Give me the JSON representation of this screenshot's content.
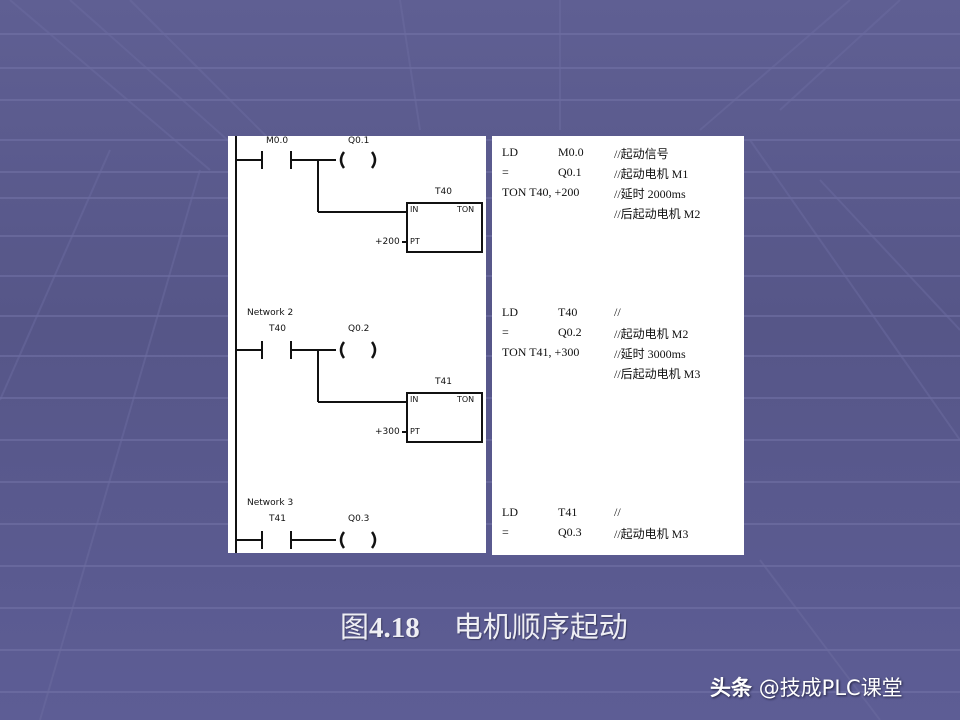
{
  "slide": {
    "background_color": "#5b5b8f",
    "caption": {
      "figure_label": "图",
      "figure_number": "4.18",
      "title": "电机顺序起动"
    },
    "watermark": {
      "brand": "头条",
      "handle": "@技成PLC课堂"
    }
  },
  "ladder": {
    "networks": [
      {
        "label": "",
        "contact": "M0.0",
        "coil": "Q0.1",
        "timer": {
          "name": "T40",
          "type": "TON",
          "in_label": "IN",
          "pt_label": "PT",
          "preset": "+200"
        }
      },
      {
        "label": "Network 2",
        "contact": "T40",
        "coil": "Q0.2",
        "timer": {
          "name": "T41",
          "type": "TON",
          "in_label": "IN",
          "pt_label": "PT",
          "preset": "+300"
        }
      },
      {
        "label": "Network 3",
        "contact": "T41",
        "coil": "Q0.3"
      }
    ]
  },
  "stl": {
    "blocks": [
      {
        "rows": [
          {
            "op": "LD",
            "arg": "M0.0",
            "comment": "//起动信号"
          },
          {
            "op": "=",
            "arg": "Q0.1",
            "comment": "//起动电机 M1"
          },
          {
            "op": "TON T40, +200",
            "arg": "",
            "comment": "//延时 2000ms"
          },
          {
            "op": "",
            "arg": "",
            "comment": "//后起动电机 M2"
          }
        ]
      },
      {
        "rows": [
          {
            "op": "LD",
            "arg": "T40",
            "comment": "//"
          },
          {
            "op": "=",
            "arg": "Q0.2",
            "comment": "//起动电机 M2"
          },
          {
            "op": "TON T41, +300",
            "arg": "",
            "comment": "//延时 3000ms"
          },
          {
            "op": "",
            "arg": "",
            "comment": "//后起动电机 M3"
          }
        ]
      },
      {
        "rows": [
          {
            "op": "LD",
            "arg": "T41",
            "comment": "//"
          },
          {
            "op": "=",
            "arg": "Q0.3",
            "comment": "//起动电机 M3"
          }
        ]
      }
    ]
  }
}
